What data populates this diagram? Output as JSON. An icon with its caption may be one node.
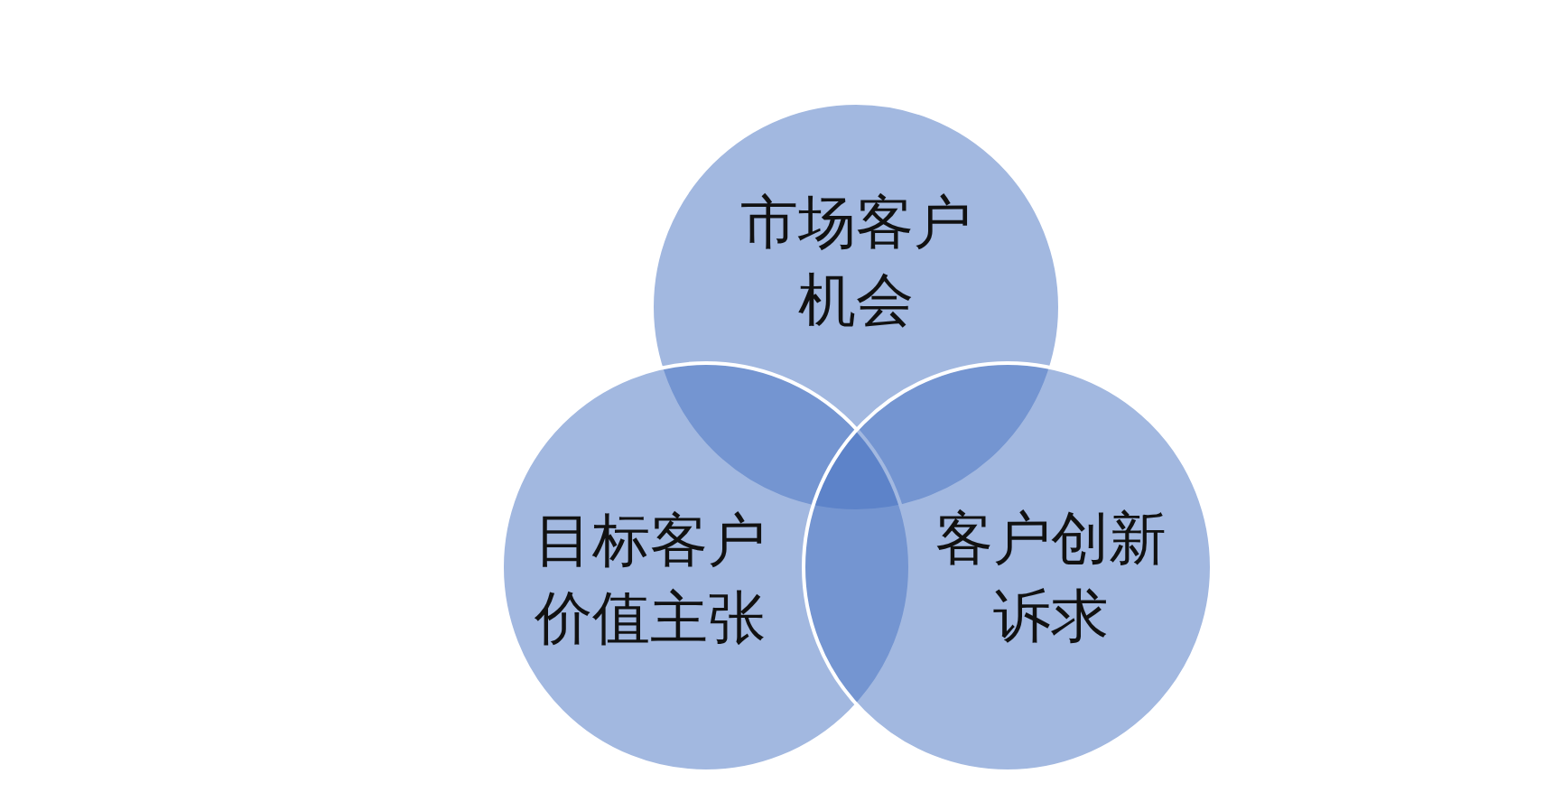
{
  "diagram": {
    "nodes": [
      {
        "text": [
          "市场客户机会"
        ]
      },
      {
        "text": [
          "目标客户价值主张"
        ]
      },
      {
        "text": [
          "客户创新诉求"
        ]
      }
    ]
  }
}
